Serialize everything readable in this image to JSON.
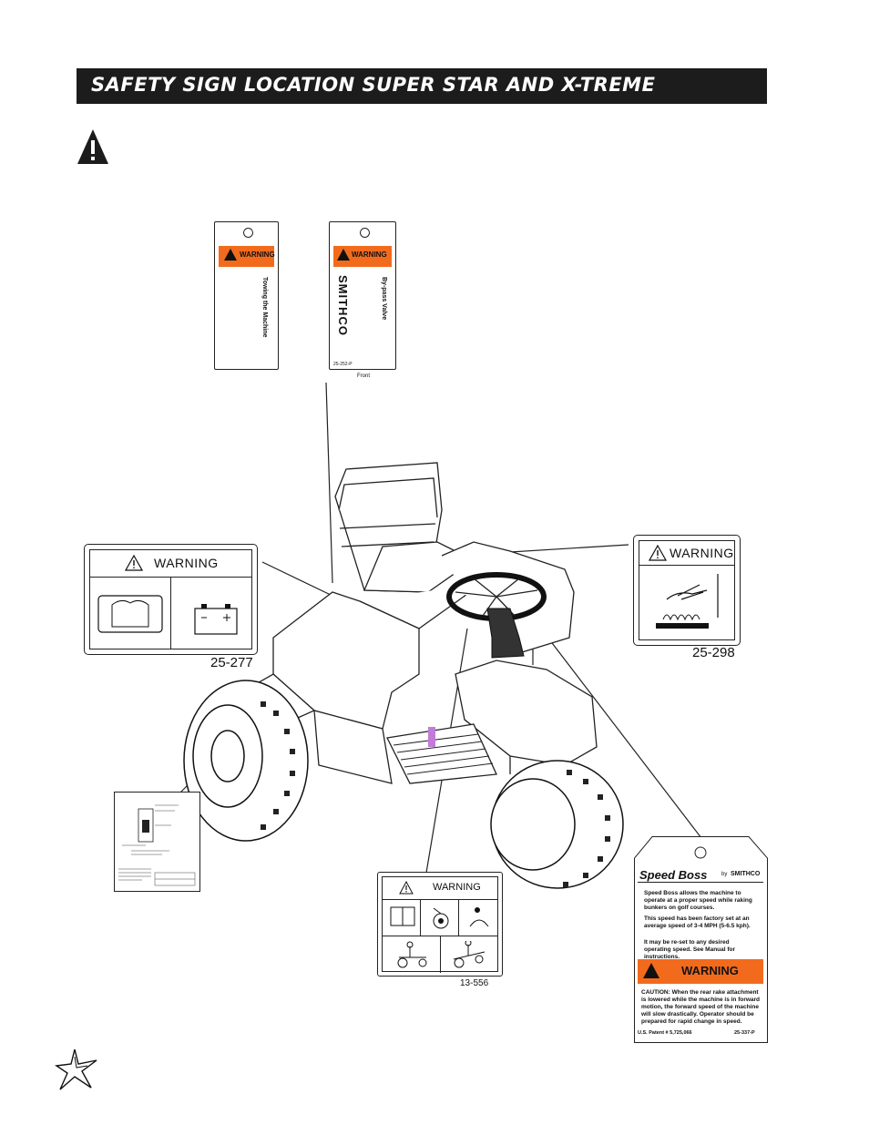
{
  "header": {
    "title": "SAFETY SIGN LOCATION SUPER STAR AND X-TREME"
  },
  "labels": {
    "battery_decal_warning": "WARNING",
    "battery_decal_part": "25-277",
    "hot_surface_warning": "WARNING",
    "hot_surface_part": "25-298",
    "tow_tag_warning": "WARNING",
    "tow_tag_title": "Towing the Machine",
    "bypass_tag_warning": "WARNING",
    "bypass_tag_title": "By-pass Valve",
    "bypass_tag_brand": "SMITHCO",
    "bypass_tag_part": "25-252-P",
    "bypass_tag_caption": "Front",
    "operator_decal_warning": "WARNING",
    "operator_decal_part": "13-556",
    "speed_boss_title": "Speed Boss",
    "speed_boss_by": "by",
    "speed_boss_brand": "SMITHCO",
    "speed_boss_p1": "Speed Boss allows the machine to operate at a proper speed while raking bunkers on golf courses.",
    "speed_boss_p2": "This speed has been factory set at an average speed of 3-4 MPH (5-6.5 kph).",
    "speed_boss_p3": "It may be re-set to any desired operating speed. See Manual for instructions.",
    "speed_boss_warning": "WARNING",
    "speed_boss_caution_label": "CAUTION:",
    "speed_boss_caution_text": "When the rear rake attachment is lowered while the machine is in forward motion, the forward speed of the machine will slow drastically. Operator should be prepared for rapid change in speed.",
    "speed_boss_patent": "U.S. Patent # 5,725,066",
    "speed_boss_part": "25-337-P"
  },
  "colors": {
    "warning_orange": "#f26b1d",
    "header_bg": "#1c1c1c"
  },
  "icons": [
    "warning-triangle-icon",
    "battery-icon",
    "hot-surface-hand-icon",
    "smithco-star-logo"
  ]
}
